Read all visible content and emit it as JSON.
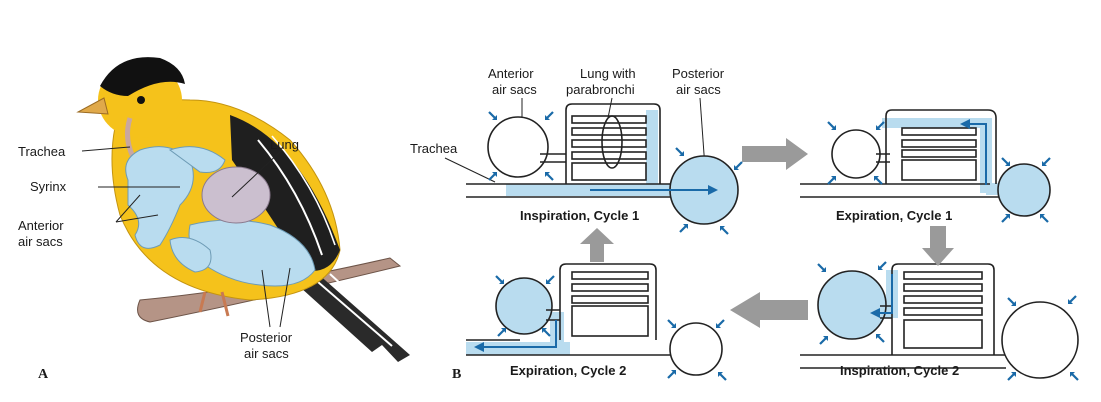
{
  "panel_a": {
    "letter": "A",
    "labels": {
      "trachea": "Trachea",
      "syrinx": "Syrinx",
      "anterior_1": "Anterior",
      "anterior_2": "air sacs",
      "lung": "Lung",
      "posterior_1": "Posterior",
      "posterior_2": "air sacs"
    }
  },
  "panel_b": {
    "letter": "B",
    "labels": {
      "anterior_1": "Anterior",
      "anterior_2": "air sacs",
      "lung_1": "Lung with",
      "lung_2": "parabronchi",
      "posterior_1": "Posterior",
      "posterior_2": "air sacs",
      "trachea": "Trachea"
    },
    "captions": {
      "insp1": "Inspiration, Cycle 1",
      "exp1": "Expiration, Cycle 1",
      "insp2": "Inspiration, Cycle 2",
      "exp2": "Expiration, Cycle 2"
    }
  },
  "colors": {
    "air_blue": "#b9dcef",
    "flow_arrow": "#1a6aa8",
    "bird_yellow": "#f5c21b",
    "cycle_arrow_gray": "#9a9a9a"
  }
}
